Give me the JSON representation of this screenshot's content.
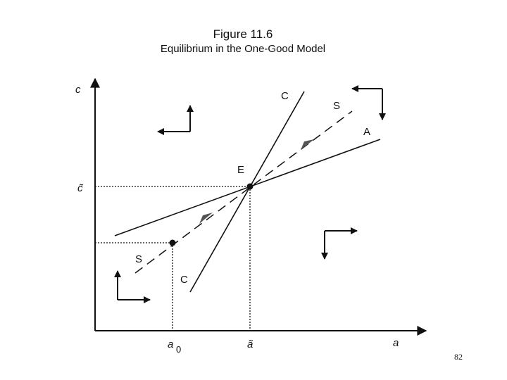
{
  "figure": {
    "title": "Figure 11.6",
    "subtitle": "Equilibrium in the One-Good Model"
  },
  "axes": {
    "y_label": "c",
    "x_label": "a",
    "c_tilde_label": "c̃",
    "a_tilde_label": "ã",
    "a0_main": "a",
    "a0_sub": "0"
  },
  "curves": {
    "c_top": "C",
    "c_bottom": "C",
    "s_top": "S",
    "s_bottom": "S",
    "a_label": "A"
  },
  "points": {
    "equilibrium": "E"
  },
  "page_number": "82",
  "colors": {
    "line": "#111111",
    "arrowhead_gray": "#555555"
  }
}
